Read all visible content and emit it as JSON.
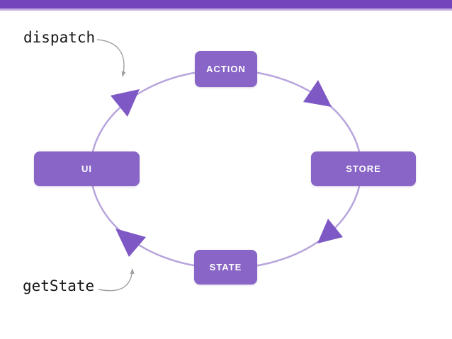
{
  "slide": {
    "background": "#FFFFFF",
    "top_bar": {
      "color": "#7345BC",
      "strip_color": "#C3ABE1"
    }
  },
  "diagram": {
    "type": "cycle",
    "flow_direction": "clockwise",
    "nodes": [
      {
        "id": "action",
        "label": "ACTION"
      },
      {
        "id": "store",
        "label": "STORE"
      },
      {
        "id": "state",
        "label": "STATE"
      },
      {
        "id": "ui",
        "label": "UI"
      }
    ],
    "annotations": [
      {
        "id": "dispatch",
        "label": "dispatch",
        "points_to": "cycle-segment-ui-to-action"
      },
      {
        "id": "getState",
        "label": "getState",
        "points_to": "cycle-segment-state-to-ui"
      }
    ],
    "colors": {
      "node_fill": "#8865C6",
      "node_text": "#FFFFFF",
      "arrowhead_fill": "#7E58C5",
      "ellipse_stroke": "#B7A4DD",
      "annotation_text": "#161616",
      "annotation_arrow": "#A0A0A0"
    }
  }
}
